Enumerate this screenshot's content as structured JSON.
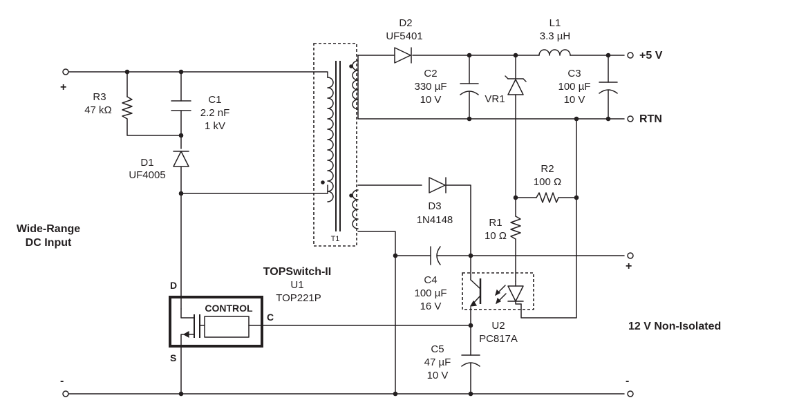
{
  "input": {
    "title_line1": "Wide-Range",
    "title_line2": "DC Input",
    "plus": "+",
    "minus": "-"
  },
  "output_main": {
    "label": "+5 V",
    "rtn": "RTN"
  },
  "output_aux": {
    "label": "12 V Non-Isolated",
    "plus": "+",
    "minus": "-"
  },
  "components": {
    "r3": {
      "ref": "R3",
      "value": "47 kΩ"
    },
    "c1": {
      "ref": "C1",
      "value": "2.2 nF",
      "rating": "1 kV"
    },
    "d1": {
      "ref": "D1",
      "part": "UF4005"
    },
    "t1": {
      "ref": "T1"
    },
    "d2": {
      "ref": "D2",
      "part": "UF5401"
    },
    "c2": {
      "ref": "C2",
      "value": "330 µF",
      "rating": "10 V"
    },
    "vr1": {
      "ref": "VR1"
    },
    "l1": {
      "ref": "L1",
      "value": "3.3 µH"
    },
    "c3": {
      "ref": "C3",
      "value": "100 µF",
      "rating": "10 V"
    },
    "d3": {
      "ref": "D3",
      "part": "1N4148"
    },
    "r2": {
      "ref": "R2",
      "value": "100 Ω"
    },
    "r1": {
      "ref": "R1",
      "value": "10 Ω"
    },
    "c4": {
      "ref": "C4",
      "value": "100 µF",
      "rating": "16 V"
    },
    "u2": {
      "ref": "U2",
      "part": "PC817A"
    },
    "c5": {
      "ref": "C5",
      "value": "47 µF",
      "rating": "10 V"
    },
    "u1": {
      "family": "TOPSwitch-II",
      "ref": "U1",
      "part": "TOP221P",
      "control": "CONTROL",
      "pin_d": "D",
      "pin_s": "S",
      "pin_c": "C"
    }
  }
}
